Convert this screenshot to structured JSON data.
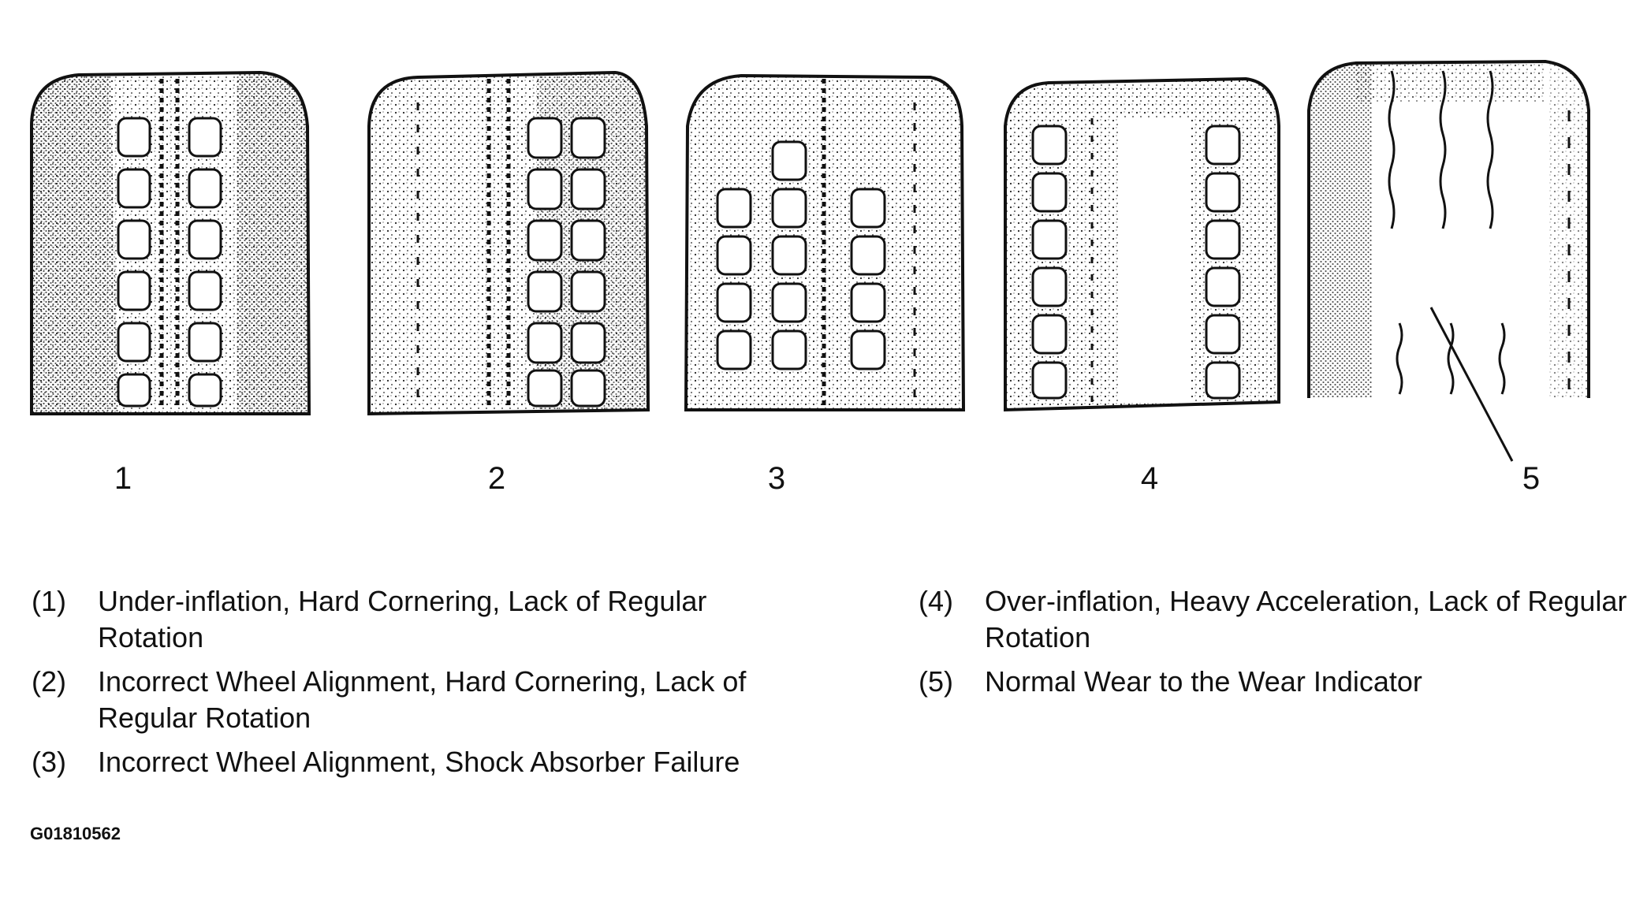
{
  "tires": [
    {
      "number": "1"
    },
    {
      "number": "2"
    },
    {
      "number": "3"
    },
    {
      "number": "4"
    },
    {
      "number": "5"
    }
  ],
  "legend": [
    {
      "num": "(1)",
      "text": "Under-inflation, Hard Cornering, Lack of Regular Rotation"
    },
    {
      "num": "(2)",
      "text": "Incorrect Wheel Alignment, Hard Cornering, Lack of Regular Rotation"
    },
    {
      "num": "(3)",
      "text": "Incorrect Wheel Alignment, Shock Absorber Failure"
    },
    {
      "num": "(4)",
      "text": "Over-inflation, Heavy Acceleration, Lack of Regular Rotation"
    },
    {
      "num": "(5)",
      "text": "Normal Wear to the Wear Indicator"
    }
  ],
  "figure_code": "G01810562"
}
